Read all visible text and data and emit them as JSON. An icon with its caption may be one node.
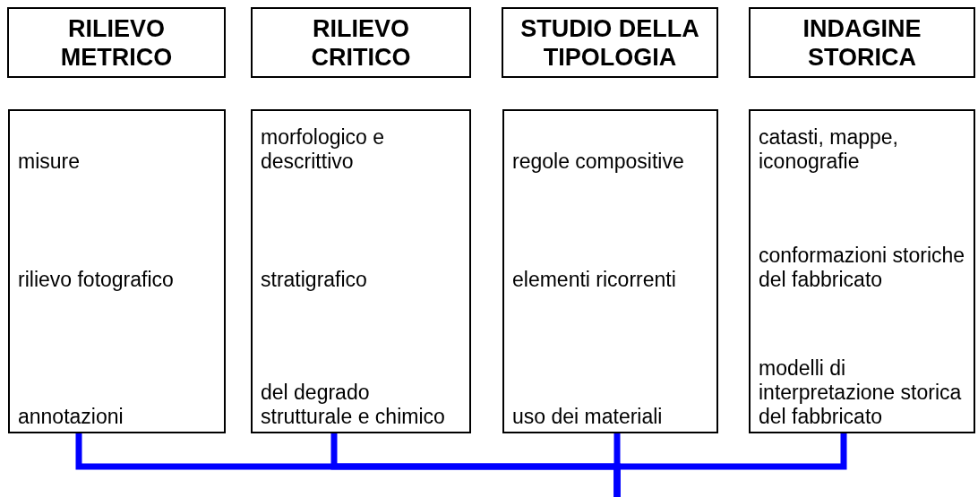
{
  "diagram": {
    "nodes": [
      {
        "text": [
          "RILIEVO METRICO"
        ]
      },
      {
        "text": [
          "RILIEVO CRITICO"
        ]
      },
      {
        "text": [
          "STUDIO DELLA TIPOLOGIA"
        ]
      },
      {
        "text": [
          "INDAGINE STORICA"
        ]
      },
      {
        "text": [
          "misure",
          "rilievo fotografico",
          "annotazioni"
        ]
      },
      {
        "text": [
          "morfologico e descrittivo",
          "stratigrafico",
          "del degrado strutturale e chimico"
        ]
      },
      {
        "text": [
          "regole compositive",
          "elementi ricorrenti",
          "uso dei materiali"
        ]
      },
      {
        "text": [
          "catasti, mappe, iconografie",
          "conformazioni storiche del fabbricato",
          "modelli di interpretazione storica del fabbricato"
        ]
      }
    ],
    "edges": [
      {
        "from": 4,
        "to": null,
        "arrow": "none"
      },
      {
        "from": 5,
        "to": null,
        "arrow": "none"
      },
      {
        "from": 6,
        "to": null,
        "arrow": "none"
      },
      {
        "from": 7,
        "to": null,
        "arrow": "none"
      }
    ]
  }
}
